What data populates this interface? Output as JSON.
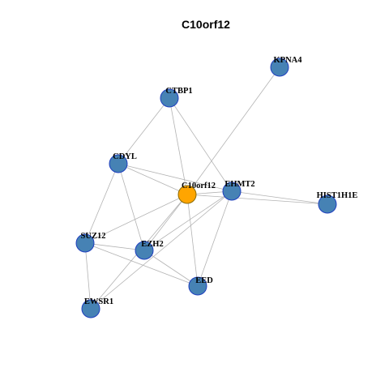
{
  "title": "C10orf12",
  "colors": {
    "node_fill": "#4682b4",
    "center_fill": "#ffa500",
    "edge": "#b3b3b3"
  },
  "nodes": [
    {
      "id": "C10orf12",
      "center": true
    },
    {
      "id": "KPNA4"
    },
    {
      "id": "CTBP1"
    },
    {
      "id": "CDYL"
    },
    {
      "id": "EHMT2"
    },
    {
      "id": "HIST1H1E"
    },
    {
      "id": "SUZ12"
    },
    {
      "id": "EZH2"
    },
    {
      "id": "EED"
    },
    {
      "id": "EWSR1"
    }
  ],
  "edges": [
    [
      "C10orf12",
      "KPNA4"
    ],
    [
      "C10orf12",
      "CTBP1"
    ],
    [
      "C10orf12",
      "CDYL"
    ],
    [
      "C10orf12",
      "EHMT2"
    ],
    [
      "C10orf12",
      "HIST1H1E"
    ],
    [
      "C10orf12",
      "SUZ12"
    ],
    [
      "C10orf12",
      "EZH2"
    ],
    [
      "C10orf12",
      "EED"
    ],
    [
      "C10orf12",
      "EWSR1"
    ],
    [
      "CTBP1",
      "CDYL"
    ],
    [
      "CTBP1",
      "EHMT2"
    ],
    [
      "CDYL",
      "EHMT2"
    ],
    [
      "CDYL",
      "SUZ12"
    ],
    [
      "CDYL",
      "EZH2"
    ],
    [
      "EHMT2",
      "HIST1H1E"
    ],
    [
      "EHMT2",
      "EZH2"
    ],
    [
      "EHMT2",
      "EED"
    ],
    [
      "EHMT2",
      "EWSR1"
    ],
    [
      "SUZ12",
      "EZH2"
    ],
    [
      "SUZ12",
      "EED"
    ],
    [
      "SUZ12",
      "EWSR1"
    ],
    [
      "EZH2",
      "EED"
    ]
  ]
}
